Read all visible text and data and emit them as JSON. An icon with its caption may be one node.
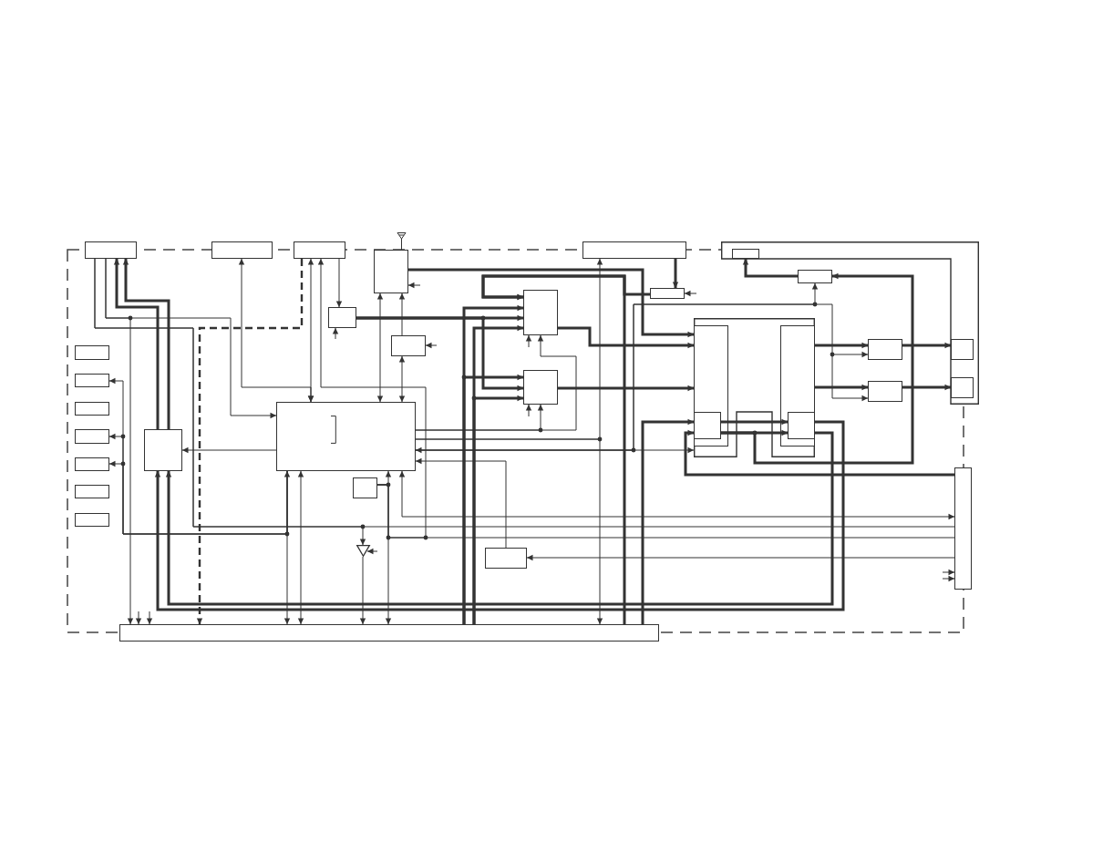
{
  "diagram": {
    "nodes": [
      {
        "text": [],
        "shape": "box"
      },
      {
        "text": [],
        "shape": "box"
      },
      {
        "text": [],
        "shape": "box"
      },
      {
        "text": [],
        "shape": "box"
      },
      {
        "text": [],
        "shape": "box"
      },
      {
        "text": [],
        "shape": "box"
      },
      {
        "text": [],
        "shape": "box",
        "in": 5
      },
      {
        "text": [],
        "shape": "box",
        "in": 5
      },
      {
        "text": [],
        "shape": "box",
        "in": 5
      },
      {
        "text": [],
        "shape": "box"
      },
      {
        "text": [],
        "shape": "box"
      },
      {
        "text": [],
        "shape": "box"
      },
      {
        "text": [],
        "shape": "box"
      },
      {
        "text": [],
        "shape": "box"
      },
      {
        "text": [],
        "shape": "box"
      },
      {
        "text": [],
        "shape": "box",
        "in": 14
      },
      {
        "text": [],
        "shape": "box",
        "in": 15
      },
      {
        "text": [],
        "shape": "box",
        "in": 14
      },
      {
        "text": [],
        "shape": "box",
        "in": 17
      },
      {
        "text": [],
        "shape": "box"
      },
      {
        "text": [],
        "shape": "box"
      },
      {
        "text": [],
        "shape": "box"
      },
      {
        "text": [],
        "shape": "box"
      },
      {
        "text": [],
        "shape": "box"
      },
      {
        "text": [],
        "shape": "box"
      },
      {
        "text": [],
        "shape": "box"
      },
      {
        "text": [],
        "shape": "box"
      },
      {
        "text": [],
        "shape": "box"
      },
      {
        "text": [],
        "shape": "box"
      },
      {
        "text": [],
        "shape": "box"
      },
      {
        "text": [],
        "shape": "box"
      },
      {
        "text": [],
        "shape": "box"
      },
      {
        "text": [],
        "shape": "box"
      },
      {
        "text": [],
        "shape": "triangle"
      },
      {
        "text": [],
        "shape": "box"
      },
      {
        "text": [],
        "shape": "box"
      }
    ],
    "edges": [
      {
        "from": 27,
        "to": 0,
        "arrow": "to",
        "style": "thick"
      },
      {
        "from": 27,
        "to": 0,
        "arrow": "to",
        "style": "thick"
      },
      {
        "from": 0,
        "to": 24,
        "arrow": "to"
      },
      {
        "from": 0,
        "to": 35,
        "arrow": "to"
      },
      {
        "from": 0,
        "to": 29,
        "arrow": "none"
      },
      {
        "from": 0,
        "to": 33,
        "arrow": "to"
      },
      {
        "from": 1,
        "to": 24,
        "arrow": "both"
      },
      {
        "from": 2,
        "to": 24,
        "arrow": "both"
      },
      {
        "from": 2,
        "to": 9,
        "arrow": "to"
      },
      {
        "from": 2,
        "to": 35,
        "arrow": "to",
        "style": "dashed"
      },
      {
        "from": 30,
        "to": 2,
        "arrow": "to"
      },
      {
        "from": 30,
        "to": 24,
        "arrow": "to"
      },
      {
        "from": 30,
        "to": 35,
        "arrow": "to"
      },
      {
        "from": 30,
        "to": 29,
        "arrow": "none"
      },
      {
        "from": 3,
        "to": 24,
        "arrow": "both"
      },
      {
        "from": 10,
        "to": 3,
        "arrow": "to"
      },
      {
        "from": 10,
        "to": 24,
        "arrow": "both"
      },
      {
        "from": null,
        "to": 3,
        "arrow": "to"
      },
      {
        "from": null,
        "to": 9,
        "arrow": "to"
      },
      {
        "from": null,
        "to": 10,
        "arrow": "to"
      },
      {
        "from": 3,
        "to": 14,
        "arrow": "to",
        "style": "thick"
      },
      {
        "from": 9,
        "to": 13,
        "arrow": "to",
        "style": "thick"
      },
      {
        "from": 9,
        "to": 22,
        "arrow": "to",
        "style": "thick"
      },
      {
        "from": 35,
        "to": 13,
        "arrow": "to",
        "style": "thick"
      },
      {
        "from": 35,
        "to": 22,
        "arrow": "to",
        "style": "thick"
      },
      {
        "from": 35,
        "to": 13,
        "arrow": "to",
        "style": "thick"
      },
      {
        "from": 35,
        "to": 22,
        "arrow": "to",
        "style": "thick"
      },
      {
        "from": 11,
        "to": 13,
        "arrow": "to",
        "style": "thick"
      },
      {
        "from": 35,
        "to": 13,
        "arrow": "to",
        "style": "thick"
      },
      {
        "from": 4,
        "to": 11,
        "arrow": "to",
        "style": "thick"
      },
      {
        "from": null,
        "to": 11,
        "arrow": "to"
      },
      {
        "from": null,
        "to": 13,
        "arrow": "to"
      },
      {
        "from": 13,
        "to": 14,
        "arrow": "to",
        "style": "thick"
      },
      {
        "from": 24,
        "to": 13,
        "arrow": "to"
      },
      {
        "from": 24,
        "to": 22,
        "arrow": "to"
      },
      {
        "from": null,
        "to": 22,
        "arrow": "to"
      },
      {
        "from": 22,
        "to": 14,
        "arrow": "to",
        "style": "thick"
      },
      {
        "from": 24,
        "to": 4,
        "arrow": "to"
      },
      {
        "from": 24,
        "to": 35,
        "arrow": "to"
      },
      {
        "from": 24,
        "to": 14,
        "arrow": "both"
      },
      {
        "from": 24,
        "to": 12,
        "arrow": "to"
      },
      {
        "from": 24,
        "to": 21,
        "arrow": "to"
      },
      {
        "from": 24,
        "to": 23,
        "arrow": "to"
      },
      {
        "from": 17,
        "to": 21,
        "arrow": "to",
        "style": "thick"
      },
      {
        "from": 17,
        "to": 23,
        "arrow": "to",
        "style": "thick"
      },
      {
        "from": 21,
        "to": 7,
        "arrow": "to",
        "style": "thick"
      },
      {
        "from": 23,
        "to": 8,
        "arrow": "to",
        "style": "thick"
      },
      {
        "from": 12,
        "to": 6,
        "arrow": "to",
        "style": "thick"
      },
      {
        "from": 16,
        "to": 18,
        "arrow": "to",
        "style": "thick"
      },
      {
        "from": 16,
        "to": 18,
        "arrow": "to",
        "style": "thick"
      },
      {
        "from": 16,
        "to": 12,
        "arrow": "to",
        "style": "thick"
      },
      {
        "from": 35,
        "to": 16,
        "arrow": "to",
        "style": "thick"
      },
      {
        "from": 29,
        "to": 16,
        "arrow": "to",
        "style": "thick"
      },
      {
        "from": 18,
        "to": 27,
        "arrow": "to",
        "style": "thick"
      },
      {
        "from": 18,
        "to": 27,
        "arrow": "to",
        "style": "thick"
      },
      {
        "from": 24,
        "to": 27,
        "arrow": "to"
      },
      {
        "from": 24,
        "to": 35,
        "arrow": "both"
      },
      {
        "from": 24,
        "to": 20,
        "arrow": "to"
      },
      {
        "from": 24,
        "to": 26,
        "arrow": "to"
      },
      {
        "from": 24,
        "to": 28,
        "arrow": "to"
      },
      {
        "from": 24,
        "to": 35,
        "arrow": "both"
      },
      {
        "from": 24,
        "to": 29,
        "arrow": "both"
      },
      {
        "from": 34,
        "to": 24,
        "arrow": "to"
      },
      {
        "from": 29,
        "to": 34,
        "arrow": "to"
      },
      {
        "from": 33,
        "to": 35,
        "arrow": "to"
      },
      {
        "from": null,
        "to": 33,
        "arrow": "to"
      },
      {
        "from": null,
        "to": 35,
        "arrow": "to"
      },
      {
        "from": null,
        "to": 35,
        "arrow": "to"
      },
      {
        "from": null,
        "to": 29,
        "arrow": "to"
      },
      {
        "from": null,
        "to": 29,
        "arrow": "to"
      }
    ]
  }
}
